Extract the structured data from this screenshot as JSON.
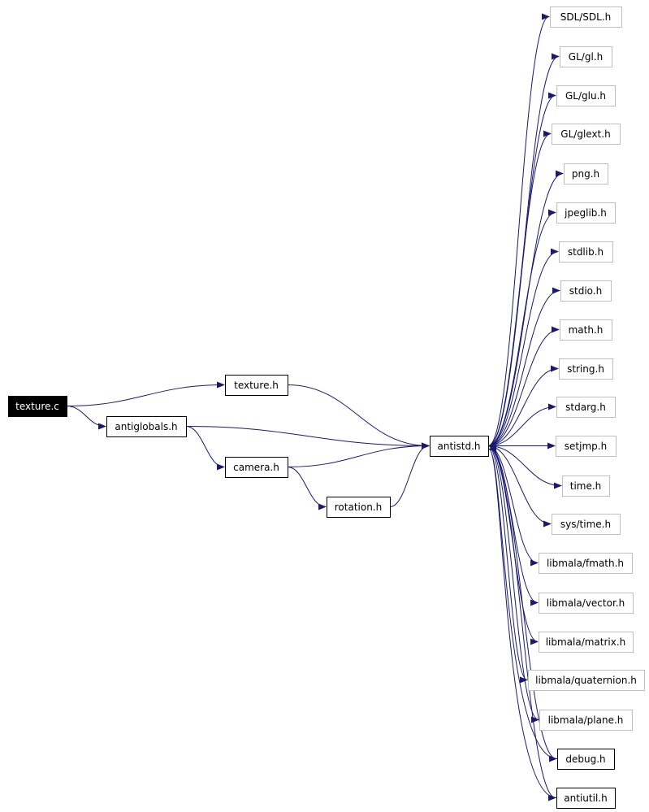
{
  "colors": {
    "edge": "#191970",
    "root_fill": "#000000",
    "root_text": "#ffffff",
    "local_border": "#000000",
    "external_border": "#bfbfbf",
    "node_text": "#000000"
  },
  "nodes": [
    {
      "id": "texture_c",
      "label": "texture.c",
      "kind": "root"
    },
    {
      "id": "texture_h",
      "label": "texture.h",
      "kind": "local"
    },
    {
      "id": "antiglobals_h",
      "label": "antiglobals.h",
      "kind": "local"
    },
    {
      "id": "camera_h",
      "label": "camera.h",
      "kind": "local"
    },
    {
      "id": "rotation_h",
      "label": "rotation.h",
      "kind": "local"
    },
    {
      "id": "antistd_h",
      "label": "antistd.h",
      "kind": "local"
    },
    {
      "id": "sdl_sdl_h",
      "label": "SDL/SDL.h",
      "kind": "external"
    },
    {
      "id": "gl_gl_h",
      "label": "GL/gl.h",
      "kind": "external"
    },
    {
      "id": "gl_glu_h",
      "label": "GL/glu.h",
      "kind": "external"
    },
    {
      "id": "gl_glext_h",
      "label": "GL/glext.h",
      "kind": "external"
    },
    {
      "id": "png_h",
      "label": "png.h",
      "kind": "external"
    },
    {
      "id": "jpeglib_h",
      "label": "jpeglib.h",
      "kind": "external"
    },
    {
      "id": "stdlib_h",
      "label": "stdlib.h",
      "kind": "external"
    },
    {
      "id": "stdio_h",
      "label": "stdio.h",
      "kind": "external"
    },
    {
      "id": "math_h",
      "label": "math.h",
      "kind": "external"
    },
    {
      "id": "string_h",
      "label": "string.h",
      "kind": "external"
    },
    {
      "id": "stdarg_h",
      "label": "stdarg.h",
      "kind": "external"
    },
    {
      "id": "setjmp_h",
      "label": "setjmp.h",
      "kind": "external"
    },
    {
      "id": "time_h",
      "label": "time.h",
      "kind": "external"
    },
    {
      "id": "sys_time_h",
      "label": "sys/time.h",
      "kind": "external"
    },
    {
      "id": "libmala_fmath_h",
      "label": "libmala/fmath.h",
      "kind": "external"
    },
    {
      "id": "libmala_vector_h",
      "label": "libmala/vector.h",
      "kind": "external"
    },
    {
      "id": "libmala_matrix_h",
      "label": "libmala/matrix.h",
      "kind": "external"
    },
    {
      "id": "libmala_quaternion_h",
      "label": "libmala/quaternion.h",
      "kind": "external"
    },
    {
      "id": "libmala_plane_h",
      "label": "libmala/plane.h",
      "kind": "external"
    },
    {
      "id": "debug_h",
      "label": "debug.h",
      "kind": "local"
    },
    {
      "id": "antiutil_h",
      "label": "antiutil.h",
      "kind": "local"
    }
  ],
  "edges": [
    {
      "from": "texture_c",
      "to": "texture_h"
    },
    {
      "from": "texture_c",
      "to": "antiglobals_h"
    },
    {
      "from": "texture_h",
      "to": "antistd_h"
    },
    {
      "from": "antiglobals_h",
      "to": "antistd_h"
    },
    {
      "from": "antiglobals_h",
      "to": "camera_h"
    },
    {
      "from": "camera_h",
      "to": "antistd_h"
    },
    {
      "from": "camera_h",
      "to": "rotation_h"
    },
    {
      "from": "rotation_h",
      "to": "antistd_h"
    },
    {
      "from": "antistd_h",
      "to": "sdl_sdl_h"
    },
    {
      "from": "antistd_h",
      "to": "gl_gl_h"
    },
    {
      "from": "antistd_h",
      "to": "gl_glu_h"
    },
    {
      "from": "antistd_h",
      "to": "gl_glext_h"
    },
    {
      "from": "antistd_h",
      "to": "png_h"
    },
    {
      "from": "antistd_h",
      "to": "jpeglib_h"
    },
    {
      "from": "antistd_h",
      "to": "stdlib_h"
    },
    {
      "from": "antistd_h",
      "to": "stdio_h"
    },
    {
      "from": "antistd_h",
      "to": "math_h"
    },
    {
      "from": "antistd_h",
      "to": "string_h"
    },
    {
      "from": "antistd_h",
      "to": "stdarg_h"
    },
    {
      "from": "antistd_h",
      "to": "setjmp_h"
    },
    {
      "from": "antistd_h",
      "to": "time_h"
    },
    {
      "from": "antistd_h",
      "to": "sys_time_h"
    },
    {
      "from": "antistd_h",
      "to": "libmala_fmath_h"
    },
    {
      "from": "antistd_h",
      "to": "libmala_vector_h"
    },
    {
      "from": "antistd_h",
      "to": "libmala_matrix_h"
    },
    {
      "from": "antistd_h",
      "to": "libmala_quaternion_h"
    },
    {
      "from": "antistd_h",
      "to": "libmala_plane_h"
    },
    {
      "from": "antistd_h",
      "to": "debug_h"
    },
    {
      "from": "antistd_h",
      "to": "antiutil_h"
    },
    {
      "from": "debug_h",
      "to": "antistd_h"
    },
    {
      "from": "antiutil_h",
      "to": "antistd_h"
    }
  ]
}
